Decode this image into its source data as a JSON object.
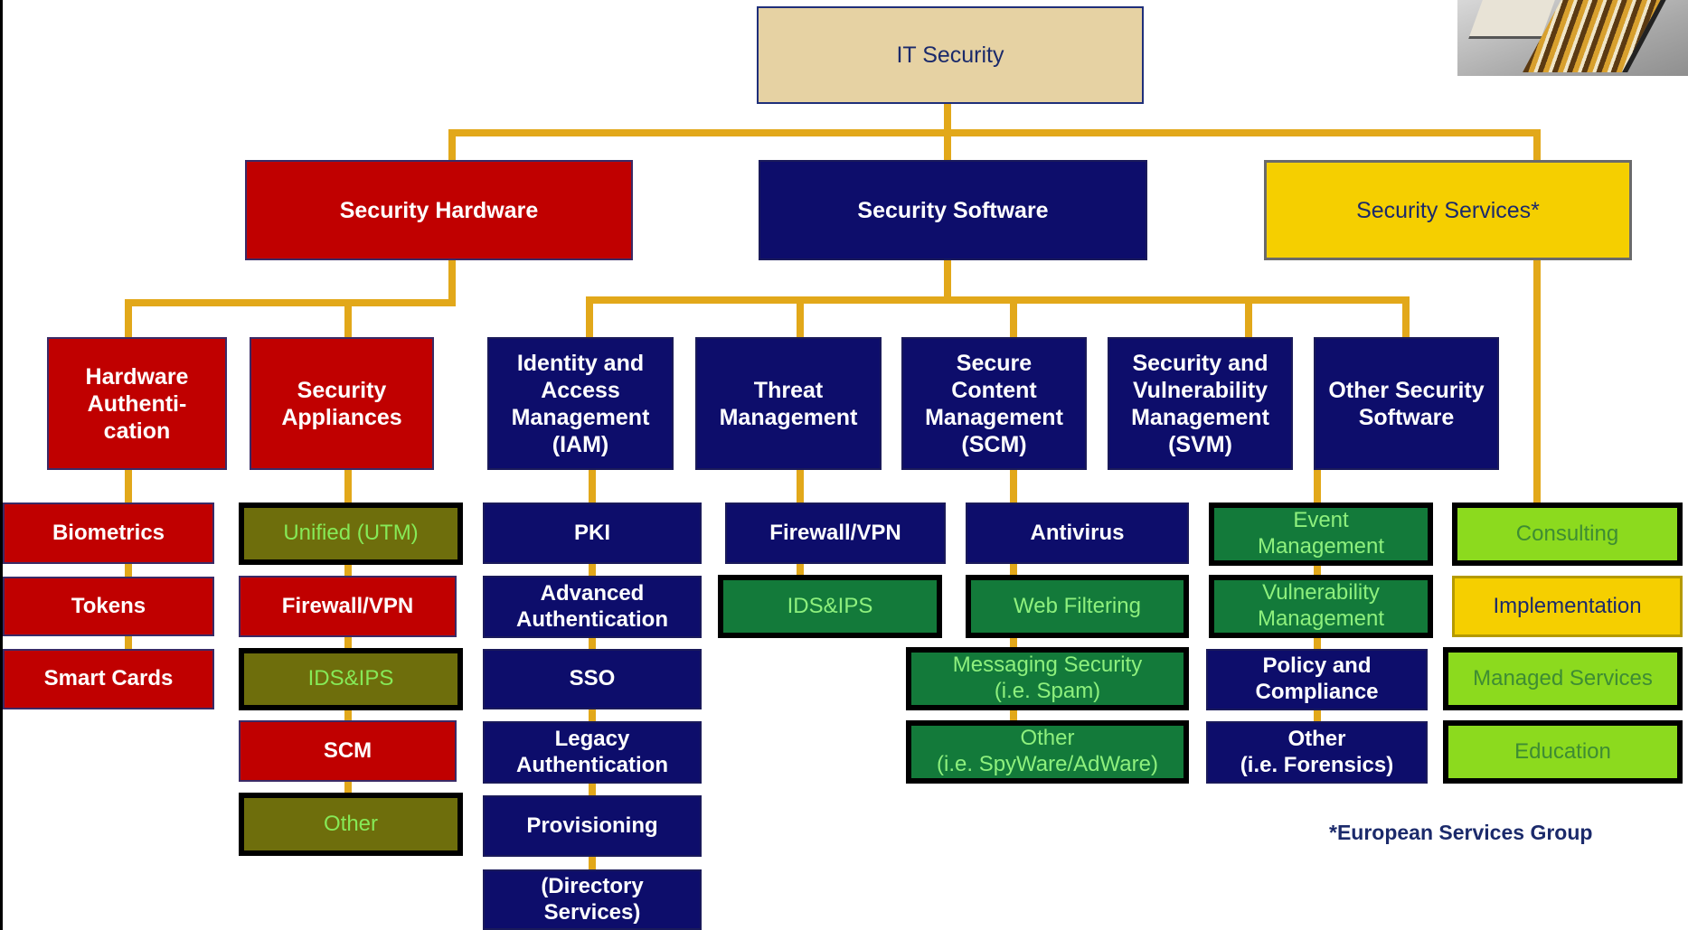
{
  "diagram": {
    "root": "IT Security",
    "categories": {
      "hardware": "Security Hardware",
      "software": "Security  Software",
      "services": "Security Services*"
    },
    "hardware_groups": {
      "hw_auth": {
        "label": "Hardware\nAuthenti-\ncation",
        "items": [
          "Biometrics",
          "Tokens",
          "Smart Cards"
        ]
      },
      "appliances": {
        "label": "Security\nAppliances",
        "items": [
          "Unified (UTM)",
          "Firewall/VPN",
          "IDS&IPS",
          "SCM",
          "Other"
        ]
      }
    },
    "software_groups": {
      "iam": {
        "label": "Identity and\nAccess\nManagement\n(IAM)",
        "items": [
          "PKI",
          "Advanced\nAuthentication",
          "SSO",
          "Legacy\nAuthentication",
          "Provisioning",
          "(Directory\nServices)"
        ]
      },
      "threat": {
        "label": "Threat\nManagement",
        "items": [
          "Firewall/VPN",
          "IDS&IPS"
        ]
      },
      "scm": {
        "label": "Secure\nContent\nManagement\n(SCM)",
        "items": [
          "Antivirus",
          "Web Filtering",
          "Messaging Security\n(i.e. Spam)",
          "Other\n(i.e. SpyWare/AdWare)"
        ]
      },
      "svm": {
        "label": "Security and\nVulnerability\nManagement\n(SVM)",
        "items": [
          "Event\nManagement",
          "Vulnerability\nManagement",
          "Policy and\nCompliance",
          "Other\n(i.e. Forensics)"
        ]
      },
      "other_sw": {
        "label": "Other Security\nSoftware"
      }
    },
    "services_items": [
      "Consulting",
      "Implementation",
      "Managed Services",
      "Education"
    ],
    "footnote": "*European Services Group",
    "colors": {
      "connector": "#e2a81a",
      "hardware": "#c00000",
      "software": "#0d0d6b",
      "services": "#f5cf00",
      "root": "#e6d2a3",
      "olive": "#6e6e0c",
      "green": "#137a3a",
      "lime": "#8cda1e"
    }
  }
}
